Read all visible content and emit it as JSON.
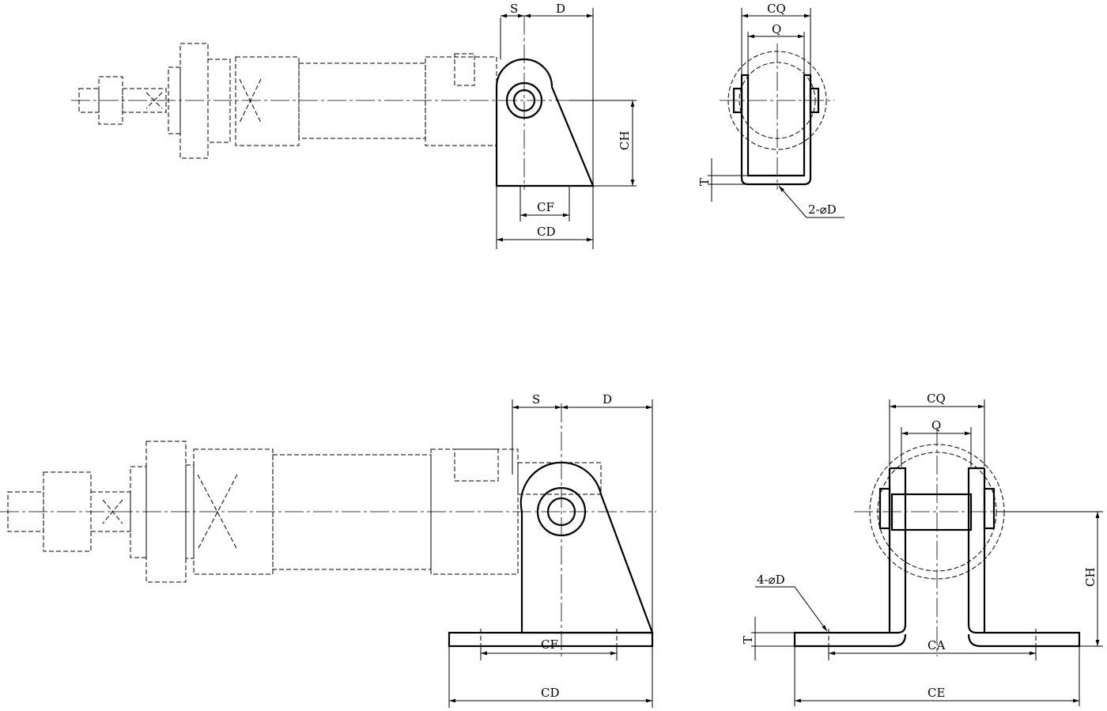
{
  "top_view": {
    "side": {
      "S": "S",
      "D": "D",
      "CH": "CH",
      "CF": "CF",
      "CD": "CD"
    },
    "front": {
      "CQ": "CQ",
      "Q": "Q",
      "T": "T",
      "hole": "2-⌀D"
    }
  },
  "bottom_view": {
    "side": {
      "S": "S",
      "D": "D",
      "CF": "CF",
      "CD": "CD"
    },
    "front": {
      "CQ": "CQ",
      "Q": "Q",
      "CH": "CH",
      "T": "T",
      "hole": "4-⌀D",
      "CA": "CA",
      "CE": "CE"
    }
  }
}
